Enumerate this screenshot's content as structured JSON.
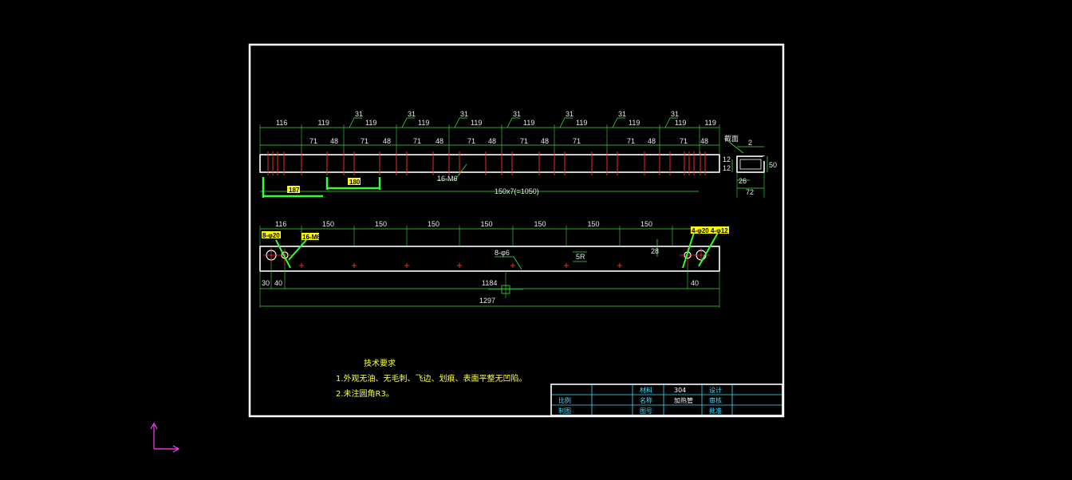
{
  "colors": {
    "background": "#000000",
    "frame": "#ffffff",
    "dimension": "#3fe03f",
    "dimension_text": "#9fff2f",
    "centerline": "#ff3030",
    "note": "#ffff40",
    "titleblock": "#40e0ff",
    "ucs": "#ff40ff",
    "highlight": "#ffff00"
  },
  "top_view": {
    "chain_dims": [
      "116",
      "119",
      "119",
      "119",
      "119",
      "119",
      "119",
      "119",
      "119",
      "119"
    ],
    "pitch_31": [
      "31",
      "31",
      "31",
      "31",
      "31",
      "31",
      "31"
    ],
    "sub_dims": [
      "71",
      "48",
      "71",
      "48",
      "71",
      "48",
      "71",
      "48",
      "71",
      "48",
      "71",
      "71",
      "48",
      "71",
      "48"
    ],
    "hole_callout": "16-M6",
    "overall": "150x7(=1050)",
    "tag_left": "187",
    "tag_right": "180"
  },
  "section_view": {
    "label": "截面",
    "thickness": "2",
    "height": "50",
    "inner_a": "12",
    "inner_b": "12",
    "inner_c": "26",
    "width": "72"
  },
  "bottom_view": {
    "chain_dims": [
      "116",
      "150",
      "150",
      "150",
      "150",
      "150",
      "150",
      "150"
    ],
    "left_tags": [
      "8-φ20",
      "16-M6"
    ],
    "right_tags": [
      "4-φ20",
      "4-φ12"
    ],
    "hole_callout": "8-φ6",
    "slot_a": "5R",
    "slot_b": "28",
    "dim_30": "30",
    "dim_40_left": "40",
    "dim_center": "1184",
    "dim_40_right": "40",
    "overall": "1297"
  },
  "notes": {
    "title": "技术要求",
    "line1": "1.外观无油、无毛刺、飞边、划痕、表面平整无凹陷。",
    "line2": "2.未注圆角R3。"
  },
  "title_block": {
    "row1": [
      "",
      "",
      "材料",
      "304",
      "设计",
      ""
    ],
    "row2": [
      "比例",
      "",
      "名称",
      "加热管",
      "审核",
      ""
    ],
    "row3": [
      "制图",
      "",
      "图号",
      "",
      "批准",
      ""
    ]
  }
}
